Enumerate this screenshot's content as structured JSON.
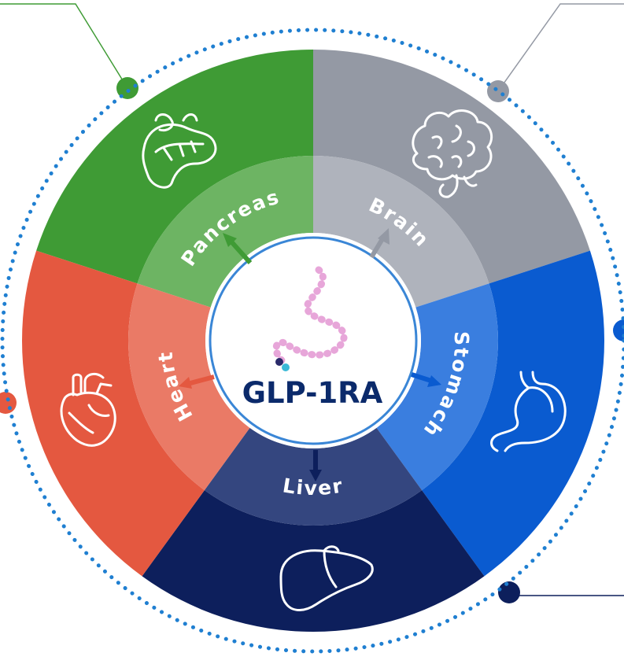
{
  "center": {
    "title": "GLP-1RA",
    "molecule_icon": "peptide-chain-icon"
  },
  "organs": [
    {
      "key": "pancreas",
      "label": "Pancreas",
      "icon": "pancreas-icon",
      "color": "#3f9b35",
      "ring_color": "#6db463",
      "arrow_color": "#3f9b35"
    },
    {
      "key": "brain",
      "label": "Brain",
      "icon": "brain-icon",
      "color": "#9499a4",
      "ring_color": "#afb3bc",
      "arrow_color": "#9499a4"
    },
    {
      "key": "stomach",
      "label": "Stomach",
      "icon": "stomach-icon",
      "color": "#0a5bd0",
      "ring_color": "#3a7edf",
      "arrow_color": "#0a5bd0"
    },
    {
      "key": "liver",
      "label": "Liver",
      "icon": "liver-icon",
      "color": "#0d1f5c",
      "ring_color": "#34467f",
      "arrow_color": "#0d1f5c"
    },
    {
      "key": "heart",
      "label": "Heart",
      "icon": "heart-icon",
      "color": "#e45840",
      "ring_color": "#ea7a66",
      "arrow_color": "#e45840"
    }
  ],
  "outer_ring": {
    "color": "#1f7fd1",
    "style": "dotted"
  }
}
